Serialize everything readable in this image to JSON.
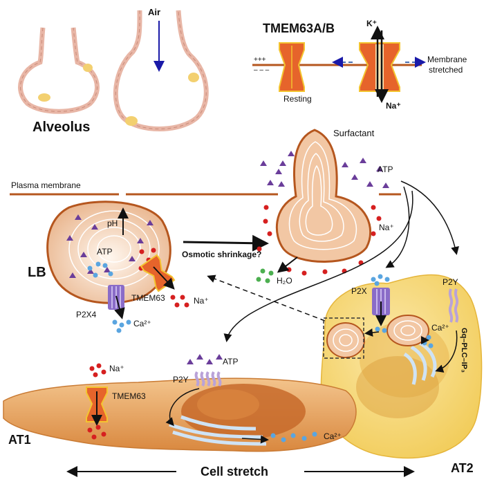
{
  "labels": {
    "alveolus": "Alveolus",
    "air": "Air",
    "tmem_title": "TMEM63A/B",
    "k_ion": "K⁺",
    "na_ion": "Na⁺",
    "charge_plus": "+++",
    "charge_minus": "– – –",
    "resting": "Resting",
    "membrane_stretched_1": "Membrane",
    "membrane_stretched_2": "stretched",
    "surfactant": "Surfactant",
    "plasma_membrane": "Plasma membrane",
    "atp": "ATP",
    "ph": "pH",
    "lb": "LB",
    "tmem63": "TMEM63",
    "p2x4": "P2X4",
    "ca": "Ca²⁺",
    "osmotic": "Osmotic shrinkage?",
    "h2o": "H₂O",
    "p2x": "P2X",
    "p2y": "P2Y",
    "gq_pathway": "Gq–PLC–IP₃",
    "at1": "AT1",
    "at2": "AT2",
    "cell_stretch": "Cell stretch"
  },
  "colors": {
    "membrane": "#b5561e",
    "lb_fill": "#f2c7a4",
    "channel": "#e6642b",
    "channel_rim": "#f4c430",
    "atp_mark": "#6a3d9a",
    "na_dot": "#d62020",
    "ca_dot": "#5aa5e0",
    "h2o_dot": "#4caf50",
    "at2_fill": "#f7d977",
    "at1_fill": "#e9a866",
    "air_arrow": "#1a1aa8",
    "p2y": "#b9a2d8",
    "er": "#cfe3f5"
  }
}
